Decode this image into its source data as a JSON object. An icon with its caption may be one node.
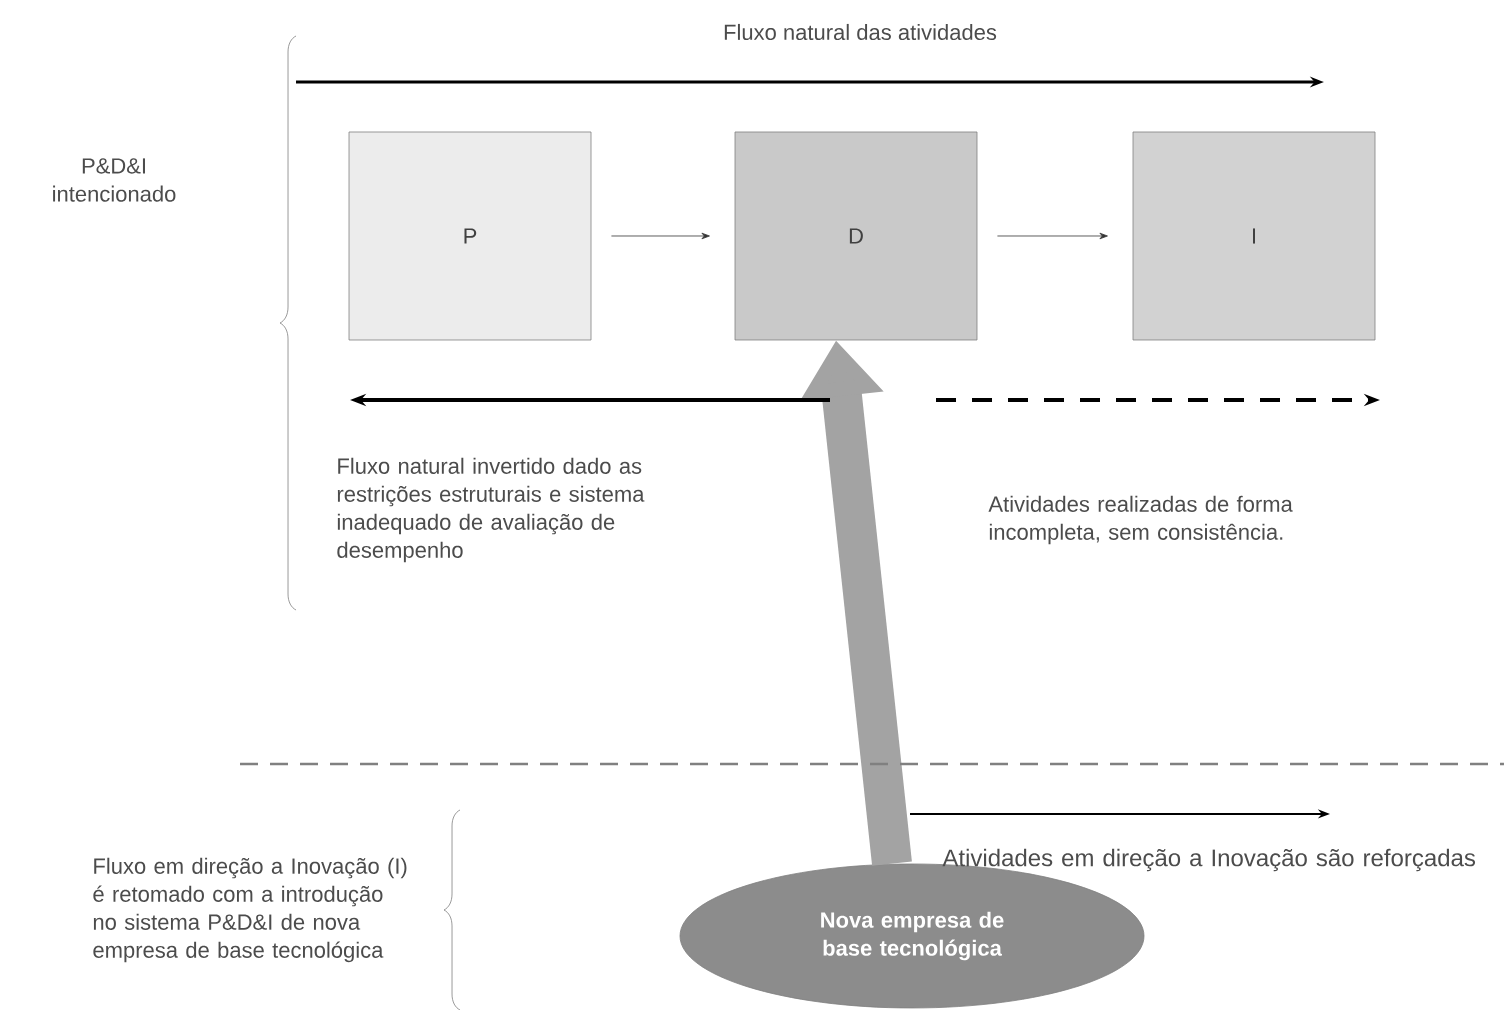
{
  "diagram": {
    "nodes": [
      {
        "text": [
          "P"
        ]
      },
      {
        "text": [
          "D"
        ]
      },
      {
        "text": [
          "I"
        ]
      },
      {
        "text": [
          "Nova empresa de base tecnológica"
        ]
      }
    ],
    "edges": [
      {
        "from": 0,
        "to": 1,
        "arrow": "to"
      },
      {
        "from": 1,
        "to": 2,
        "arrow": "to"
      },
      {
        "from": 3,
        "to": 1,
        "arrow": "to",
        "style": "thick",
        "color": "#a3a3a3"
      }
    ],
    "labels": [
      "Fluxo natural das atividades",
      "P&D&I intencionado",
      "Fluxo natural invertido dado as restrições estruturais e sistema inadequado de avaliação de desempenho",
      "Atividades realizadas de forma incompleta, sem consistência.",
      "Fluxo em direção a Inovação (I) é retomado com a introdução no sistema P&D&I de nova empresa de base tecnológica",
      "Atividades em direção a Inovação são reforçadas"
    ]
  }
}
